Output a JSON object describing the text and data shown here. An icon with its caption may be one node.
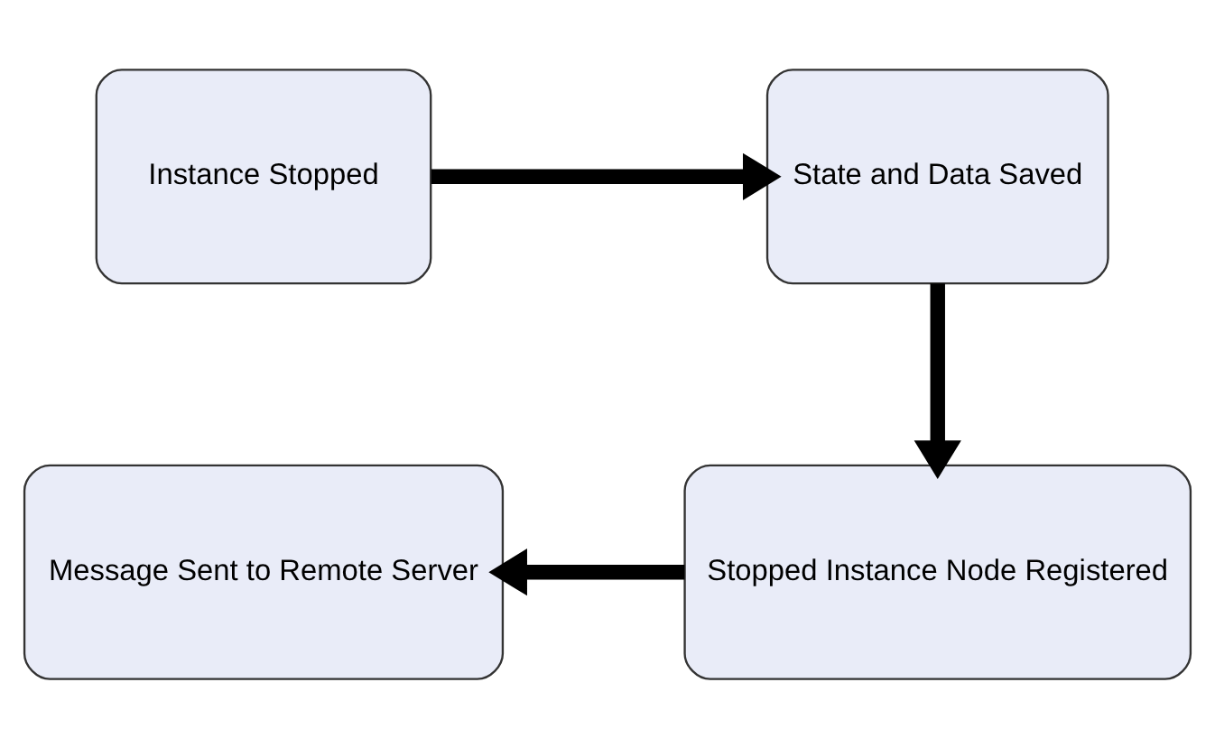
{
  "diagram": {
    "nodes": [
      {
        "text": [
          "Instance Stopped"
        ]
      },
      {
        "text": [
          "State and Data Saved"
        ]
      },
      {
        "text": [
          "Stopped Instance Node Registered"
        ]
      },
      {
        "text": [
          "Message Sent to Remote Server"
        ]
      }
    ],
    "edges": [
      {
        "from": 0,
        "to": 1,
        "arrow": "to"
      },
      {
        "from": 1,
        "to": 2,
        "arrow": "to"
      },
      {
        "from": 2,
        "to": 3,
        "arrow": "to"
      }
    ]
  }
}
